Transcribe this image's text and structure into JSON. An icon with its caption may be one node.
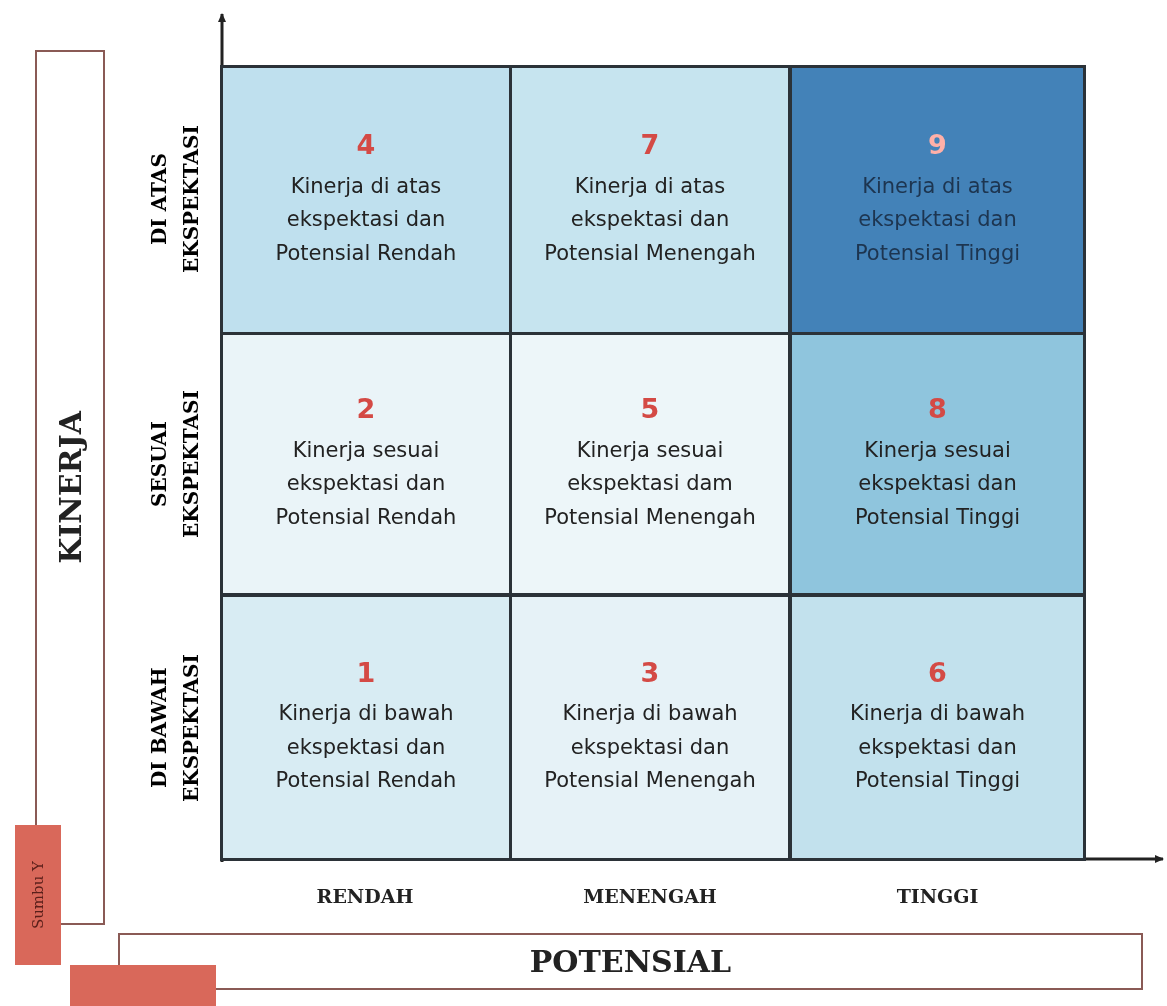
{
  "diagram": {
    "nodes": [
      {
        "text": [
          "4",
          "Kinerja di atas ekspektasi dan Potensial Rendah"
        ]
      },
      {
        "text": [
          "7",
          "Kinerja di atas ekspektasi dan Potensial Menengah"
        ]
      },
      {
        "text": [
          "9",
          "Kinerja di atas ekspektasi dan Potensial Tinggi"
        ]
      },
      {
        "text": [
          "2",
          "Kinerja sesuai ekspektasi dan Potensial Rendah"
        ]
      },
      {
        "text": [
          "5",
          "Kinerja sesuai ekspektasi dam Potensial Menengah"
        ]
      },
      {
        "text": [
          "8",
          "Kinerja sesuai ekspektasi dan Potensial Tinggi"
        ]
      },
      {
        "text": [
          "1",
          "Kinerja di bawah ekspektasi dan Potensial Rendah"
        ]
      },
      {
        "text": [
          "3",
          "Kinerja di bawah ekspektasi dan Potensial Menengah"
        ]
      },
      {
        "text": [
          "6",
          "Kinerja di bawah ekspektasi dan Potensial Tinggi"
        ]
      },
      {
        "text": [
          "KINERJA"
        ]
      },
      {
        "text": [
          "Sumbu Y"
        ]
      },
      {
        "text": [
          "POTENSIAL"
        ]
      },
      {
        "text": [],
        "shape": "box"
      }
    ],
    "labels": [
      "DI ATAS EKSPEKTASI",
      "SESUAI EKSPEKTASI",
      "DI BAWAH EKSPEKTASI",
      "RENDAH",
      "MENENGAH",
      "TINGGI"
    ]
  }
}
